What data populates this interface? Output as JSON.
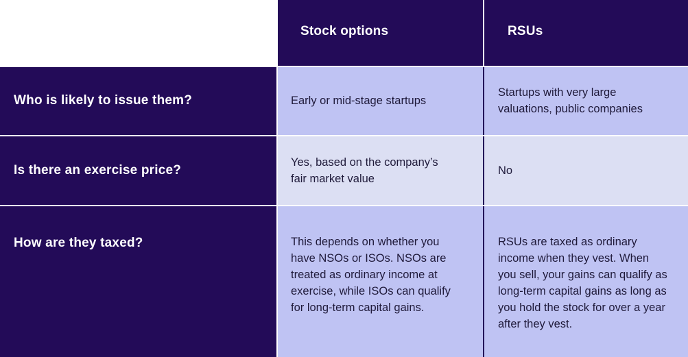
{
  "columns": {
    "stock_options": "Stock options",
    "rsus": "RSUs"
  },
  "rows": [
    {
      "question": "Who is likely to issue them?",
      "stock_options": "Early or mid-stage startups",
      "rsus": "Startups with very large valuations, public companies"
    },
    {
      "question": "Is there an exercise price?",
      "stock_options": "Yes, based on the company’s fair market value",
      "rsus": "No"
    },
    {
      "question": "How are they taxed?",
      "stock_options": "This depends on whether you have NSOs or ISOs. NSOs are treated as ordinary income at exercise, while ISOs can qualify for long-term capital gains.",
      "rsus": "RSUs are taxed as ordinary income when they vest. When you sell, your gains can qualify as long-term capital gains as long as you hold the stock for over a year after they vest."
    }
  ],
  "colors": {
    "dark": "#230b58",
    "light": "#bfc3f3",
    "pale": "#dcdff3"
  }
}
